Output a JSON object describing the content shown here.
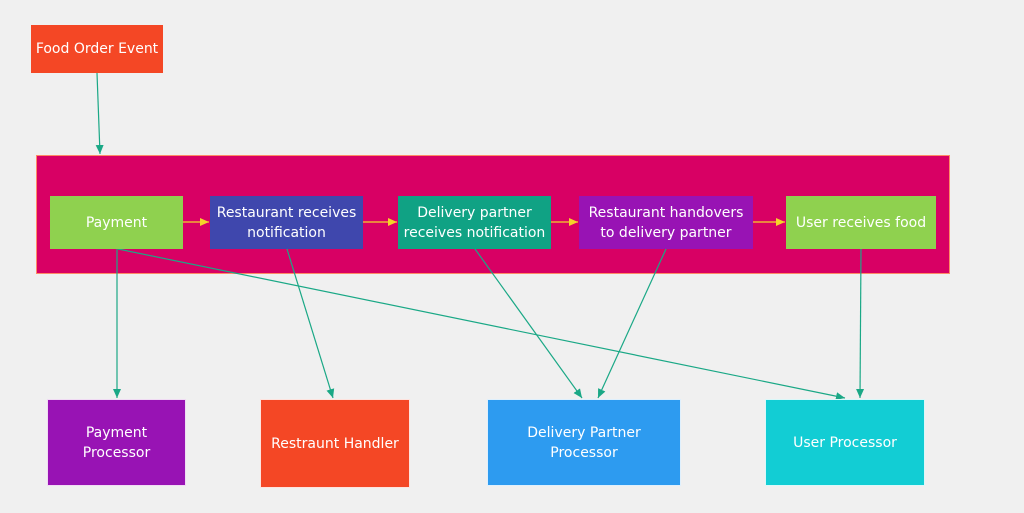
{
  "colors": {
    "background": "#f0f0f0",
    "group": "#d80064",
    "event": "#f44725",
    "payment": "#8fd14f",
    "restaurant_notification": "#3f47ad",
    "delivery_notification": "#10a284",
    "handover": "#9813b4",
    "user_receives": "#8fd14f",
    "payment_processor": "#9813b4",
    "restaurant_handler": "#f44725",
    "delivery_processor": "#2d9bf0",
    "user_processor": "#12cdd4",
    "edge_teal": "#1aa886",
    "edge_yellow": "#f5d329"
  },
  "nodes": {
    "food_order_event": "Food Order Event",
    "payment": "Payment",
    "restaurant_notification": "Restaurant receives notification",
    "delivery_notification": "Delivery partner receives notification",
    "handover": "Restaurant handovers to delivery partner",
    "user_receives": "User receives food",
    "payment_processor": "Payment Processor",
    "restaurant_handler": "Restraunt Handler",
    "delivery_processor": "Delivery Partner Processor",
    "user_processor": "User Processor"
  }
}
